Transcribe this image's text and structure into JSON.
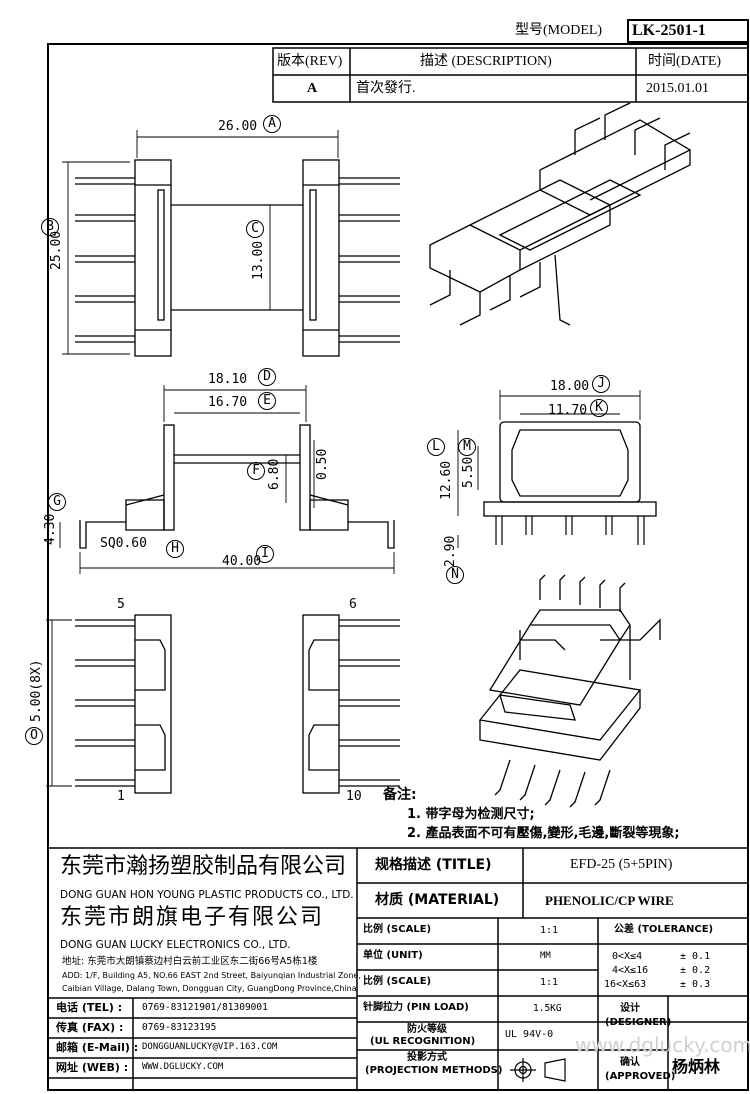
{
  "header": {
    "model_label": "型号(MODEL)",
    "model_value": "LK-2501-1"
  },
  "revision": {
    "col_rev": "版本(REV)",
    "col_desc": "描述 (DESCRIPTION)",
    "col_date": "时间(DATE)",
    "rev": "A",
    "desc": "首次發行.",
    "date": "2015.01.01"
  },
  "dims": {
    "d26": "26.00",
    "A": "A",
    "d25": "25.00",
    "B": "B",
    "d13": "13.00",
    "C": "C",
    "d1810": "18.10",
    "D": "D",
    "d1670": "16.70",
    "E": "E",
    "d680": "6.80",
    "F": "F",
    "d050": "0.50",
    "d430": "4.30",
    "G": "G",
    "sq": "SQ0.60",
    "H": "H",
    "d40": "40.00",
    "I": "I",
    "d18": "18.00",
    "J": "J",
    "d1170": "11.70",
    "K": "K",
    "d1260": "12.60",
    "L": "L",
    "d550": "5.50",
    "M": "M",
    "d290": "2.90",
    "N": "N",
    "d500": "5.00(8X)",
    "O": "O",
    "pin5": "5",
    "pin6": "6",
    "pin1": "1",
    "pin10": "10"
  },
  "notes": {
    "title": "备注:",
    "n1": "1. 带字母为检测尺寸;",
    "n2": "2. 產品表面不可有壓傷,變形,毛邊,斷裂等現象;"
  },
  "company": {
    "name1_cn": "东莞市瀚扬塑胶制品有限公司",
    "name1_en": "DONG GUAN HON YOUNG PLASTIC PRODUCTS CO., LTD.",
    "name2_cn": "东莞市朗旗电子有限公司",
    "name2_en": "DONG GUAN LUCKY ELECTRONICS CO., LTD.",
    "addr_cn": "地址: 东莞市大朗镇蔡边村白云前工业区东二街66号A5栋1楼",
    "addr_en1": "ADD: 1/F, Building A5, NO.66 EAST 2nd Street, Baiyunqian Industrial Zone,",
    "addr_en2": "Caibian Village, Dalang Town, Dongguan City, GuangDong Province,China"
  },
  "contact": {
    "tel_label": "电话 (TEL) :",
    "tel": "0769-83121901/81309001",
    "fax_label": "传真 (FAX) :",
    "fax": "0769-83123195",
    "mail_label": "邮箱 (E-Mail) :",
    "mail": "DONGGUANLUCKY@VIP.163.COM",
    "web_label": "网址 (WEB) :",
    "web": "WWW.DGLUCKY.COM"
  },
  "spec": {
    "title_label": "规格描述 (TITLE)",
    "title_value": "EFD-25 (5+5PIN)",
    "material_label": "材质 (MATERIAL)",
    "material_value": "PHENOLIC/CP WIRE",
    "scale_label": "比例 (SCALE)",
    "scale_value": "1:1",
    "tolerance_label": "公差 (TOLERANCE)",
    "unit_label": "单位 (UNIT)",
    "unit_value": "MM",
    "tol1": "0<X≤4",
    "tol1v": "± 0.1",
    "tol2": "4<X≤16",
    "tol2v": "± 0.2",
    "tol3": "16<X≤63",
    "tol3v": "± 0.3",
    "scale2_label": "比例 (SCALE)",
    "scale2_value": "1:1",
    "pinload_label": "针脚拉力 (PIN LOAD)",
    "pinload_value": "1.5KG",
    "designer_label": "设计",
    "designer_label_en": "(DESIGNER)",
    "ul_label": "防火等级",
    "ul_label_en": "(UL RECOGNITION)",
    "ul_value": "UL 94V-0",
    "approved_label": "确认",
    "approved_label_en": "(APPROVED)",
    "approved_value": "杨炳林",
    "proj_label": "投影方式",
    "proj_label_en": "(PROJECTION METHODS)"
  },
  "watermark": "www.dglucky.com"
}
